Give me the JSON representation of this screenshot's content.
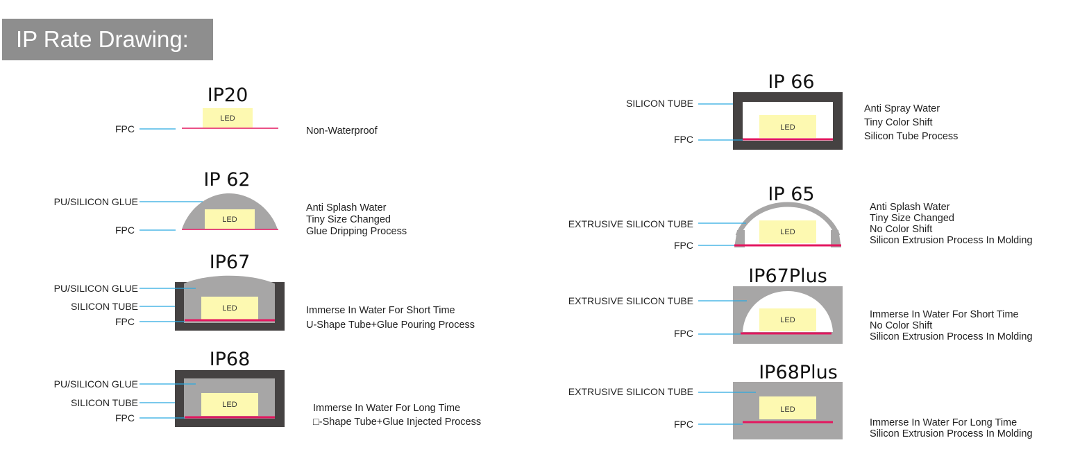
{
  "header": {
    "title": "IP Rate Drawing:"
  },
  "colors": {
    "led_fill": "#fdf9b1",
    "fpc_line": "#e3175f",
    "leader_line": "#29a9e1",
    "glue": "#a7a6a6",
    "tube_dark": "#454242",
    "tube_light": "#a7a6a6",
    "header_bg": "#8e8e8e"
  },
  "led_label": "LED",
  "panels": {
    "ip20": {
      "title": "IP20",
      "labels": {
        "fpc": "FPC"
      },
      "desc": [
        "Non-Waterproof"
      ]
    },
    "ip62": {
      "title": "IP 62",
      "labels": {
        "glue": "PU/SILICON GLUE",
        "fpc": "FPC"
      },
      "desc": [
        "Anti Splash Water",
        "Tiny Size Changed",
        "Glue Dripping Process"
      ]
    },
    "ip67": {
      "title": "IP67",
      "labels": {
        "glue": "PU/SILICON GLUE",
        "tube": "SILICON TUBE",
        "fpc": "FPC"
      },
      "desc": [
        "Immerse In Water For Short Time",
        "U-Shape Tube+Glue Pouring Process"
      ]
    },
    "ip68": {
      "title": "IP68",
      "labels": {
        "glue": "PU/SILICON GLUE",
        "tube": "SILICON TUBE",
        "fpc": "FPC"
      },
      "desc": [
        "Immerse In Water For Long Time",
        "□-Shape Tube+Glue Injected Process"
      ]
    },
    "ip66": {
      "title": "IP 66",
      "labels": {
        "tube": "SILICON TUBE",
        "fpc": "FPC"
      },
      "desc": [
        "Anti Spray Water",
        "Tiny Color Shift",
        "Silicon Tube Process"
      ]
    },
    "ip65": {
      "title": "IP 65",
      "labels": {
        "tube": "EXTRUSIVE SILICON TUBE",
        "fpc": "FPC"
      },
      "desc": [
        "Anti Splash Water",
        "Tiny Size Changed",
        "No Color Shift",
        "Silicon Extrusion Process In Molding"
      ]
    },
    "ip67plus": {
      "title": "IP67Plus",
      "labels": {
        "tube": "EXTRUSIVE SILICON TUBE",
        "fpc": "FPC"
      },
      "desc": [
        "Immerse In Water For Short Time",
        "No Color Shift",
        "Silicon Extrusion Process In Molding"
      ]
    },
    "ip68plus": {
      "title": "IP68Plus",
      "labels": {
        "tube": "EXTRUSIVE SILICON TUBE",
        "fpc": "FPC"
      },
      "desc": [
        "Immerse In Water For Long Time",
        "Silicon Extrusion Process In Molding"
      ]
    }
  }
}
